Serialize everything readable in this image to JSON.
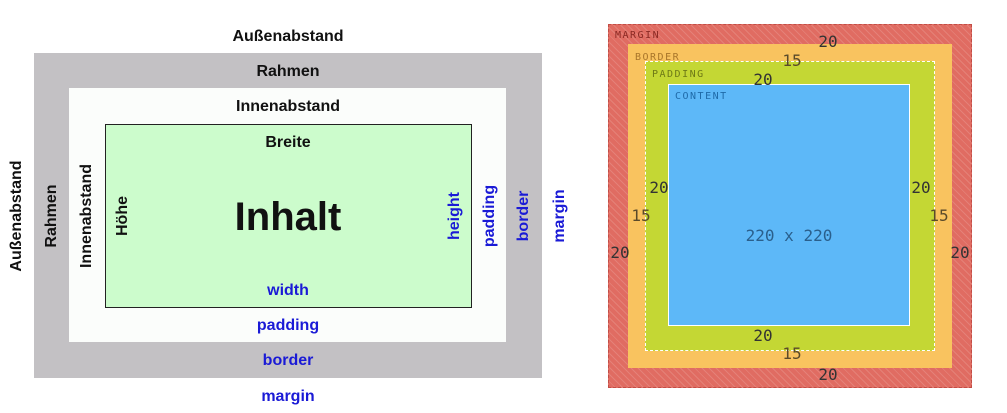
{
  "left": {
    "labels_de": {
      "margin": "Außenabstand",
      "border": "Rahmen",
      "padding": "Innenabstand",
      "width": "Breite",
      "height": "Höhe",
      "content": "Inhalt"
    },
    "labels_en": {
      "margin": "margin",
      "border": "border",
      "padding": "padding",
      "width": "width",
      "height": "height"
    }
  },
  "right": {
    "tags": {
      "margin": "MARGIN",
      "border": "BORDER",
      "padding": "PADDING",
      "content": "CONTENT"
    },
    "margin": {
      "top": "20",
      "right": "20",
      "bottom": "20",
      "left": "20"
    },
    "border": {
      "top": "15",
      "right": "15",
      "bottom": "15",
      "left": "15"
    },
    "padding": {
      "top": "20",
      "right": "20",
      "bottom": "20",
      "left": "20"
    },
    "content_size": "220 x 220"
  },
  "colors": {
    "left_border_fill": "#c3c1c4",
    "left_padding_fill": "#fbfdfb",
    "left_content_fill": "#ccfccc",
    "english_label": "#1a1ad6",
    "right_margin": "#e06c62",
    "right_border": "#f9c35f",
    "right_padding": "#c4d734",
    "right_content": "#5db8f8"
  }
}
